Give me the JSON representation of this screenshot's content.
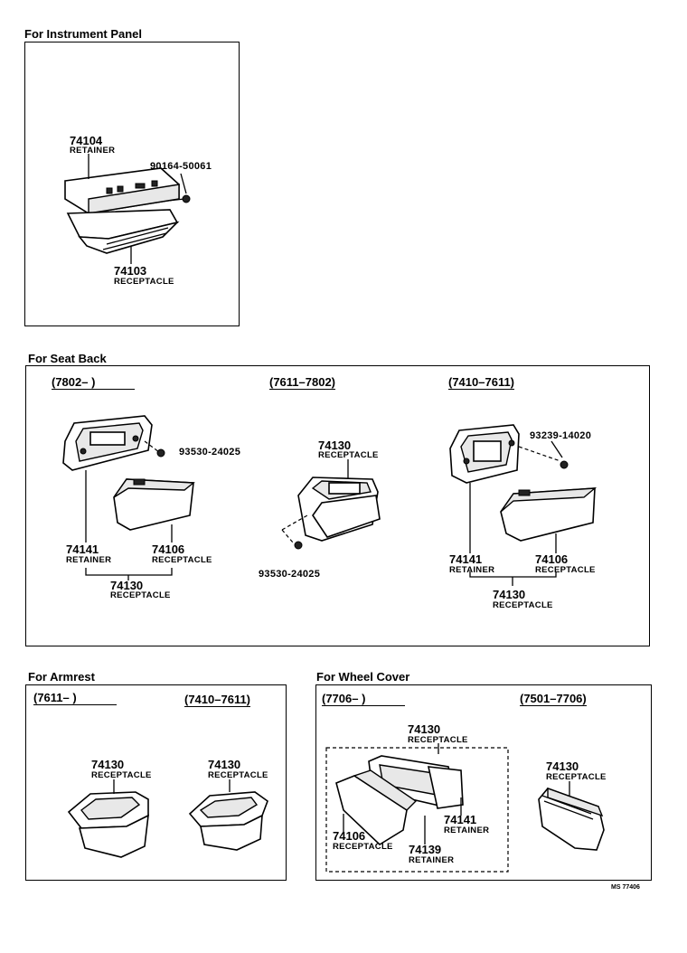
{
  "sections": {
    "instrument_panel": {
      "title": "For Instrument Panel",
      "retainer_pn": "74104",
      "retainer_name": "RETAINER",
      "screw_pn": "90164-50061",
      "receptacle_pn": "74103",
      "receptacle_name": "RECEPTACLE"
    },
    "seat_back": {
      "title": "For Seat Back",
      "col1": {
        "range": "(7802–      )",
        "screw_pn": "93530-24025",
        "retainer_pn": "74141",
        "retainer_name": "RETAINER",
        "receptacle_pn": "74106",
        "receptacle_name": "RECEPTACLE",
        "assy_pn": "74130",
        "assy_name": "RECEPTACLE"
      },
      "col2": {
        "range": "(7611–7802)",
        "assy_pn": "74130",
        "assy_name": "RECEPTACLE",
        "screw_pn": "93530-24025"
      },
      "col3": {
        "range": "(7410–7611)",
        "screw_pn": "93239-14020",
        "retainer_pn": "74141",
        "retainer_name": "RETAINER",
        "receptacle_pn": "74106",
        "receptacle_name": "RECEPTACLE",
        "assy_pn": "74130",
        "assy_name": "RECEPTACLE"
      }
    },
    "armrest": {
      "title": "For Armrest",
      "col1": {
        "range": "(7611–      )",
        "assy_pn": "74130",
        "assy_name": "RECEPTACLE"
      },
      "col2": {
        "range": "(7410–7611)",
        "assy_pn": "74130",
        "assy_name": "RECEPTACLE"
      }
    },
    "wheel_cover": {
      "title": "For Wheel Cover",
      "col1": {
        "range": "(7706–      )",
        "assy_pn": "74130",
        "assy_name": "RECEPTACLE",
        "retainer_a_pn": "74141",
        "retainer_a_name": "RETAINER",
        "receptacle_pn": "74106",
        "receptacle_name": "RECEPTACLE",
        "retainer_b_pn": "74139",
        "retainer_b_name": "RETAINER"
      },
      "col2": {
        "range": "(7501–7706)",
        "assy_pn": "74130",
        "assy_name": "RECEPTACLE"
      }
    }
  },
  "footer_code": "MS 77406"
}
